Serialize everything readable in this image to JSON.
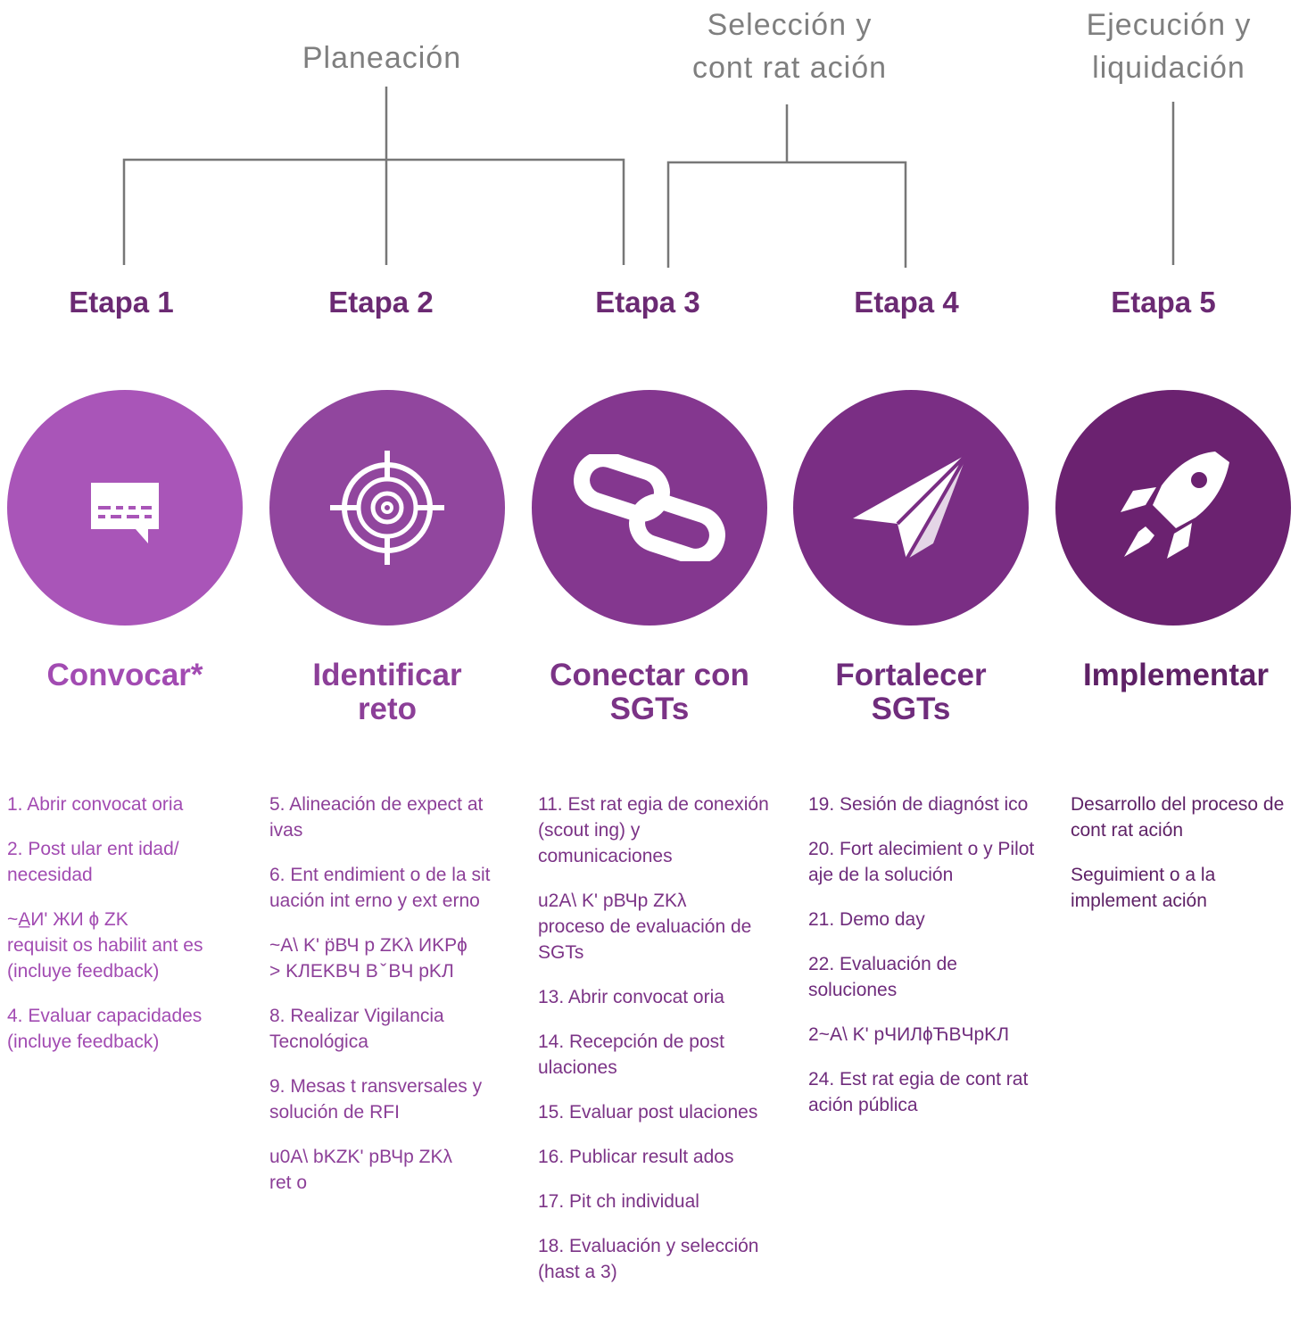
{
  "phases": {
    "planeacion": [
      "Planeación"
    ],
    "seleccion": [
      "Selección y",
      "cont rat ación"
    ],
    "ejecucion": [
      "Ejecución y",
      "liquidación"
    ]
  },
  "stages": [
    {
      "label": "Etapa 1",
      "title": [
        "Convocar*"
      ],
      "icon": "chat-bubble-icon",
      "color": "#a955b8",
      "items": [
        "1. Abrir convocat oria",
        "2. Post ular ent idad/ necesidad",
        "requisit os habilit ant es (incluye feedback)",
        "4. Evaluar capacidades (incluye feedback)"
      ]
    },
    {
      "label": "Etapa 2",
      "title": [
        "Identificar",
        "reto"
      ],
      "icon": "target-icon",
      "color": "#91469e",
      "items": [
        "5. Alineación de expect at ivas",
        "6. Ent endimient o de la sit uación int erno y ext erno",
        "8. Realizar Vigilancia Tecnológica",
        "9. Mesas t ransversales y solución de RFI",
        "ret o"
      ]
    },
    {
      "label": "Etapa 3",
      "title": [
        "Conectar con",
        "SGTs"
      ],
      "icon": "chain-link-icon",
      "color": "#84378f",
      "items": [
        "11. Est rat egia de conexión (scout ing) y comunicaciones",
        "proceso de evaluación de SGTs",
        "13. Abrir convocat oria",
        "14. Recepción de post ulaciones",
        "15. Evaluar post ulaciones",
        "16. Publicar result ados",
        "17. Pit ch individual",
        "18. Evaluación y selección (hast a 3)"
      ]
    },
    {
      "label": "Etapa 4",
      "title": [
        "Fortalecer",
        "SGTs"
      ],
      "icon": "paper-plane-icon",
      "color": "#7a2e84",
      "items": [
        "19. Sesión de diagnóst ico",
        "20. Fort alecimient o y Pilot aje de la solución",
        "21. Demo day",
        "22. Evaluación de soluciones",
        "24. Est rat egia de cont rat ación pública"
      ]
    },
    {
      "label": "Etapa 5",
      "title": [
        "Implementar"
      ],
      "icon": "rocket-icon",
      "color": "#6b2270",
      "items": [
        "Desarrollo del proceso de cont rat ación",
        "Seguimient o a la implement ación"
      ]
    }
  ],
  "garbled": {
    "s1": "~A̲И' ЖИ ɸ ZK",
    "s2a": "~A\\ K' p̈ВЧ p ZKλ ИKPɸ",
    "s2b": "> KЛEKBЧ B ̌ BЧ pKЛ",
    "s2c": "u0A\\ bKZK' pВЧp ZKλ",
    "s3": "u2A\\ K' pВЧp ZKλ",
    "s4": "2~A\\ K' pЧИЛɸЋBЧpKЛ"
  }
}
